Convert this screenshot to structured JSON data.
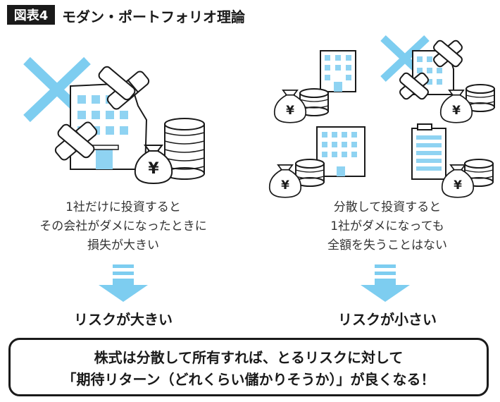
{
  "header": {
    "badge": "図表4",
    "title": "モダン・ポートフォリオ理論"
  },
  "left": {
    "description": [
      "1社だけに投資すると",
      "その会社がダメになったときに",
      "損失が大きい"
    ],
    "result": "リスクが大きい"
  },
  "right": {
    "description": [
      "分散して投資すると",
      "1社がダメになっても",
      "全額を失うことはない"
    ],
    "result": "リスクが小さい"
  },
  "conclusion": [
    "株式は分散して所有すれば、とるリスクに対して",
    "「期待リターン（どれくらい儲かりそうか）」が良くなる！"
  ],
  "money_bag_symbol": "¥",
  "colors": {
    "accent": "#7dcdf0",
    "building_window": "#8fd3f2",
    "outline": "#1a1a1a"
  }
}
